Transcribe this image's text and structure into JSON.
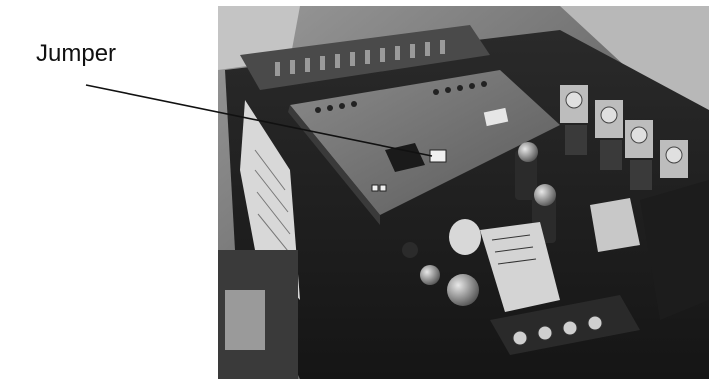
{
  "annotation": {
    "label": "Jumper"
  },
  "photo": {
    "subject": "circuit-board-photo",
    "tone": "grayscale"
  },
  "colors": {
    "background": "#ffffff",
    "leader_line": "#111111"
  }
}
